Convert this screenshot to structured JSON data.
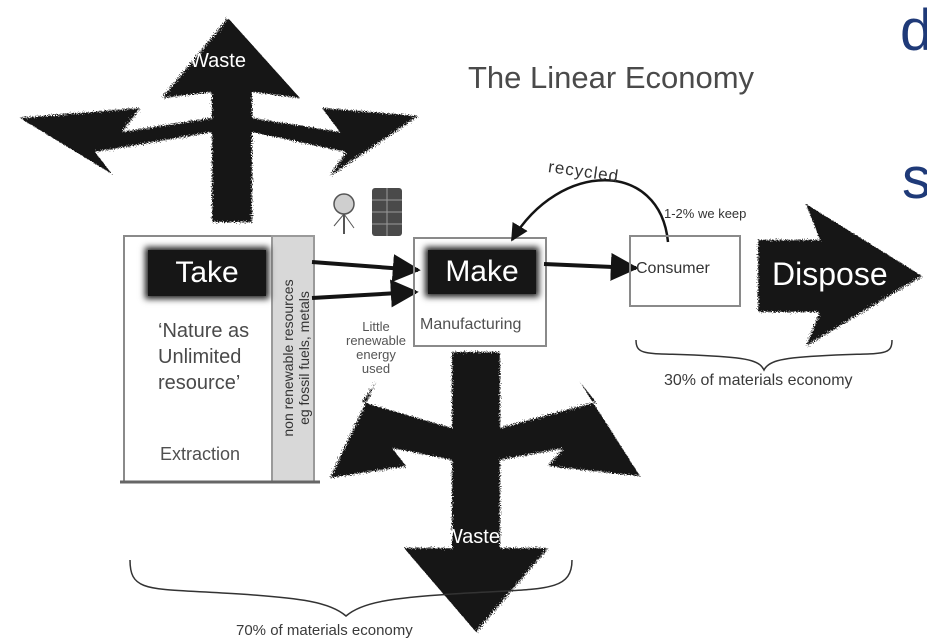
{
  "title": "The Linear Economy",
  "edge_fragments": [
    "d",
    "s"
  ],
  "stages": {
    "take": "Take",
    "make": "Make",
    "dispose": "Dispose"
  },
  "take_box": {
    "quote_line1": "‘Nature as",
    "quote_line2": "Unlimited",
    "quote_line3": "resource’",
    "extraction": "Extraction",
    "resources_line1": "non renewable resources",
    "resources_line2": "eg fossil fuels, metals"
  },
  "make_box": {
    "manufacturing": "Manufacturing",
    "energy_line1": "Little",
    "energy_line2": "renewable",
    "energy_line3": "energy",
    "energy_line4": "used"
  },
  "consumer_box": {
    "label": "Consumer",
    "keep": "1-2% we keep",
    "recycled": "recycled"
  },
  "waste_labels": {
    "top": "Waste",
    "bottom": "Waste"
  },
  "percentages": {
    "right": "30% of materials economy",
    "bottom": "70% of materials economy"
  },
  "colors": {
    "arrow": "#141414",
    "box_line": "#8a8a8a",
    "fragment": "#1f3a78"
  }
}
